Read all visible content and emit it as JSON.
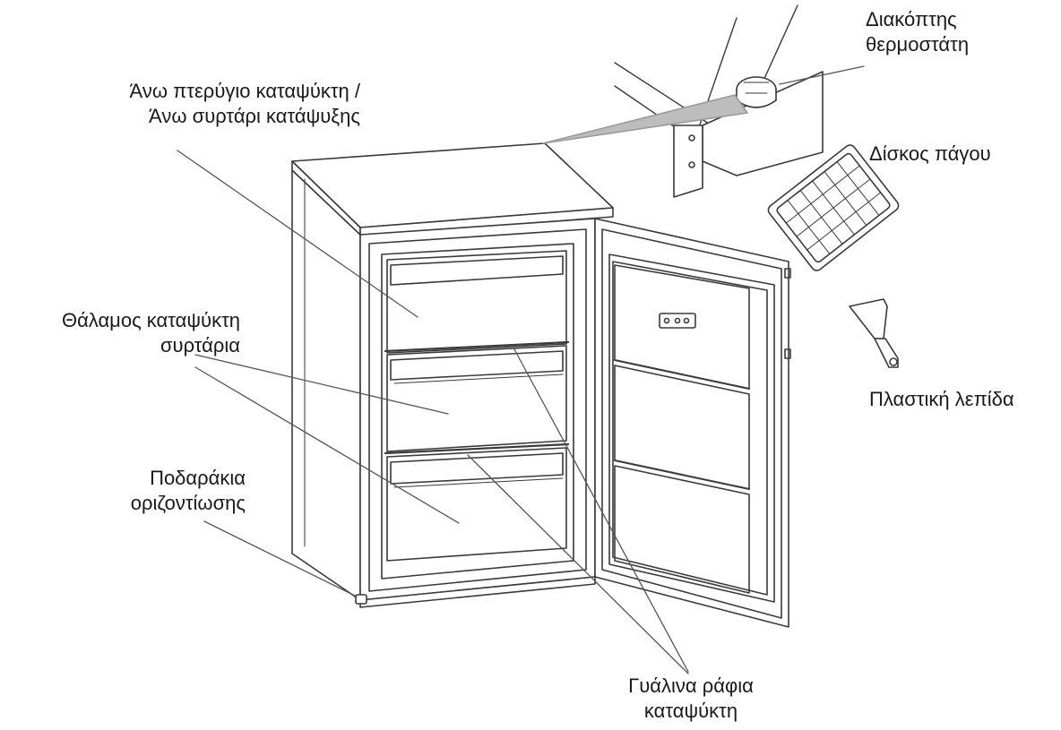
{
  "labels": {
    "top_flap": {
      "line1": "Άνω πτερύγιο καταψύκτη /",
      "line2": "Άνω συρτάρι κατάψυξης"
    },
    "thermostat": {
      "line1": "Διακόπτης",
      "line2": "θερμοστάτη"
    },
    "ice_tray": {
      "line1": "Δίσκος πάγου"
    },
    "drawers": {
      "line1": "Θάλαμος καταψύκτη",
      "line2": "συρτάρια"
    },
    "scraper": {
      "line1": "Πλαστική λεπίδα"
    },
    "feet": {
      "line1": "Ποδαράκια",
      "line2": "οριζοντίωσης"
    },
    "glass_shelves": {
      "line1": "Γυάλινα ράφια",
      "line2": "καταψύκτη"
    }
  },
  "colors": {
    "stroke": "#3a3a3a",
    "leader": "#555555",
    "text": "#1a1a1a",
    "fill": "#ffffff"
  }
}
